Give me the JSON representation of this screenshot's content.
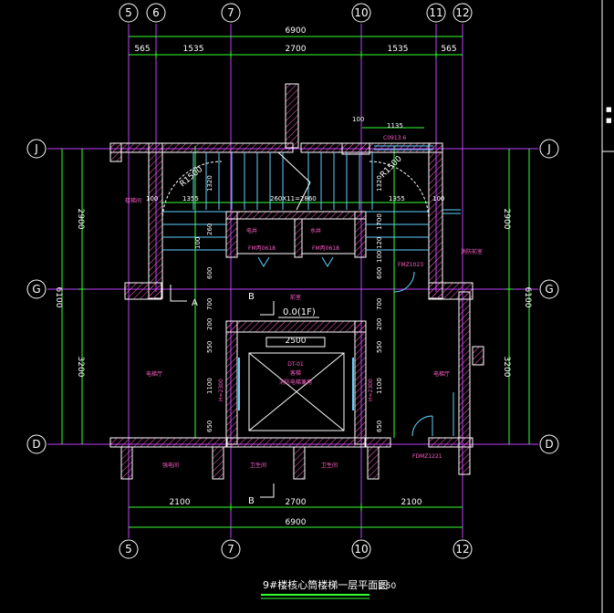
{
  "axes_top": [
    "5",
    "6",
    "7",
    "10",
    "11",
    "12"
  ],
  "axes_bottom": [
    "5",
    "7",
    "10",
    "12"
  ],
  "axes_rows": [
    "J",
    "G",
    "D"
  ],
  "dims_top_total": "6900",
  "dims_top": [
    "565",
    "1535",
    "2700",
    "1535",
    "565"
  ],
  "dims_bottom": [
    "2100",
    "2700",
    "2100"
  ],
  "dims_bottom_total": "6900",
  "dims_left": [
    "2900",
    "3200"
  ],
  "dims_left_total": "6100",
  "dims_right": [
    "2900",
    "3200"
  ],
  "dims_right_total": "6100",
  "inner_dims": {
    "d100_top": "100",
    "d1135": "1135",
    "d1355_left": "1355",
    "d_stair": "260X11=2860",
    "d1355_right": "1355",
    "d100_left": "100",
    "d100_right": "100",
    "d1320_left": "1320",
    "d1320_right": "1320",
    "d100_l2": "100",
    "d260": "260",
    "d600_l": "600",
    "d700_l": "700",
    "d200_l": "200",
    "d550_l": "550",
    "d1100_l": "1100",
    "d650_l": "650",
    "d100_r2": "100",
    "d1700": "1700",
    "d120": "120",
    "d600_r": "600",
    "d700_r": "700",
    "d200_r": "200",
    "d550_r": "550",
    "d1100_r": "1100",
    "d650_r": "650",
    "d2500": "2500",
    "r1500_left": "R1500",
    "r1500_right": "R1500"
  },
  "labels": {
    "level": "0.0(1F)",
    "section_a": "A",
    "section_b_top": "B",
    "section_b_bottom": "B",
    "elev_h_left": "H=2300",
    "elev_h_right": "H=2300",
    "elevator": "DT-01",
    "fm_left": "FM丙0618",
    "fm_right": "FM丙0618",
    "fmz": "FMZ1023",
    "fdm": "FDMZ1221",
    "c1": "C0913.6",
    "cn_room_left": "电梯厅",
    "cn_room_right": "电梯厅",
    "cn_front": "前室",
    "cn_shaft_l": "电井",
    "cn_shaft_r": "水井",
    "cn_car": "客梯",
    "cn_car2": "消防电梯兼用",
    "cn_bottom1": "强电间",
    "cn_bottom2": "卫生间",
    "cn_bottom3": "卫生间",
    "cn_stair": "楼梯间",
    "cn_side": "消防前室"
  },
  "title": {
    "main": "9#楼核心筒楼梯一层平面图",
    "scale": "1:50"
  }
}
